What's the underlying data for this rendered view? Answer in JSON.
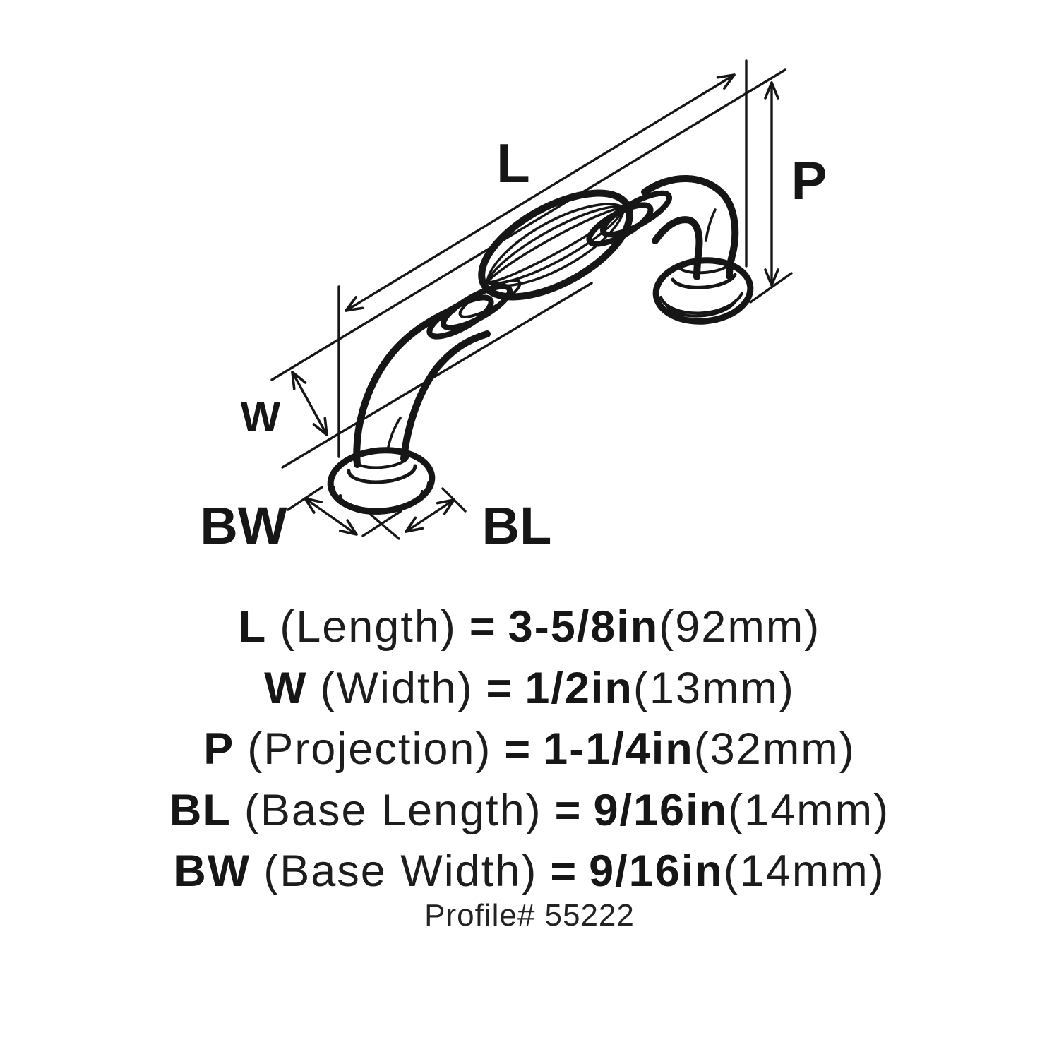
{
  "colors": {
    "ink": "#161616",
    "background": "#ffffff"
  },
  "diagram": {
    "description": "Line drawing of an ornate cabinet pull handle with dimension arrows",
    "dimension_labels": {
      "length": "L",
      "width": "W",
      "projection": "P",
      "base_width": "BW",
      "base_length": "BL"
    }
  },
  "specs": [
    {
      "abbr": "L",
      "label": "(Length)",
      "equals": "=",
      "value": "3-5/8in",
      "metric": "(92mm)"
    },
    {
      "abbr": "W",
      "label": "(Width)",
      "equals": "=",
      "value": "1/2in",
      "metric": "(13mm)"
    },
    {
      "abbr": "P",
      "label": "(Projection)",
      "equals": "=",
      "value": "1-1/4in",
      "metric": "(32mm)"
    },
    {
      "abbr": "BL",
      "label": "(Base Length)",
      "equals": "=",
      "value": "9/16in",
      "metric": "(14mm)"
    },
    {
      "abbr": "BW",
      "label": "(Base Width)",
      "equals": "=",
      "value": "9/16in",
      "metric": "(14mm)"
    }
  ],
  "footer": {
    "profile": "Profile# 55222"
  }
}
